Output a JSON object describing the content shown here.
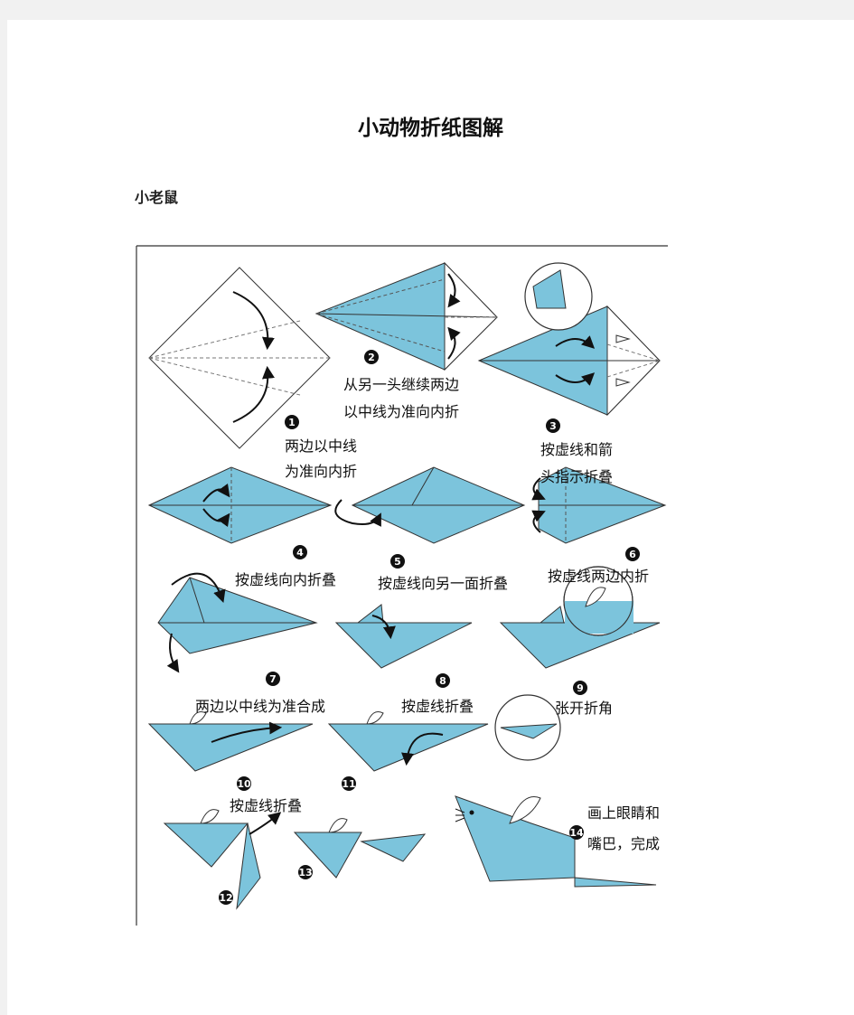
{
  "document": {
    "title": "小动物折纸图解",
    "section_title": "小老鼠"
  },
  "colors": {
    "paper_blue": "#7cc4dc",
    "line": "#333333",
    "number_badge": "#111111"
  },
  "steps": [
    {
      "number": "1",
      "lines": [
        "两边以中线",
        "为准向内折"
      ]
    },
    {
      "number": "2",
      "lines": [
        "从另一头继续两边",
        "以中线为准向内折"
      ]
    },
    {
      "number": "3",
      "lines": [
        "按虚线和箭",
        "头指示折叠"
      ]
    },
    {
      "number": "4",
      "lines": [
        "按虚线向内折叠"
      ]
    },
    {
      "number": "5",
      "lines": [
        "按虚线向另一面折叠"
      ]
    },
    {
      "number": "6",
      "lines": [
        "按虚线两边内折"
      ]
    },
    {
      "number": "7",
      "lines": [
        "两边以中线为准合成"
      ]
    },
    {
      "number": "8",
      "lines": [
        "按虚线折叠"
      ]
    },
    {
      "number": "9",
      "lines": [
        "张开折角"
      ]
    },
    {
      "number": "10",
      "lines": [
        "按虚线折叠"
      ]
    },
    {
      "number": "11",
      "lines": []
    },
    {
      "number": "12",
      "lines": []
    },
    {
      "number": "13",
      "lines": []
    },
    {
      "number": "14",
      "lines": [
        "画上眼睛和",
        "嘴巴，完成"
      ]
    }
  ]
}
